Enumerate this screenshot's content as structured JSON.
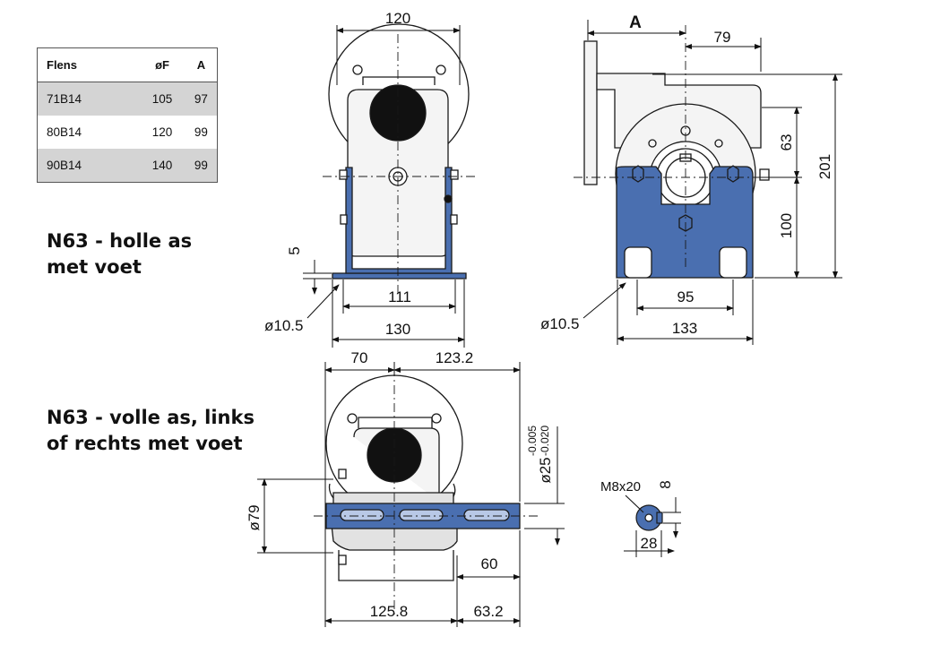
{
  "table": {
    "headers": [
      "Flens",
      "øF",
      "A"
    ],
    "rows": [
      [
        "71B14",
        "105",
        "97"
      ],
      [
        "80B14",
        "120",
        "99"
      ],
      [
        "90B14",
        "140",
        "99"
      ]
    ],
    "shade_color": "#d4d4d4"
  },
  "headings": {
    "hollow_line1": "N63 - holle as",
    "hollow_line2": "met voet",
    "solid_line1": "N63 - volle as, links",
    "solid_line2": "of rechts met voet"
  },
  "colors": {
    "housing_blue": "#4a6fb0",
    "outline": "#1a1a1a",
    "housing_grey": "#f4f4f4"
  },
  "views": {
    "front_hollow": {
      "dim_top": "120",
      "dim_foot_thickness": "5",
      "dim_holes": "111",
      "dim_base": "130",
      "hole_dia": "ø10.5"
    },
    "side_hollow": {
      "label_a": "A",
      "dim_79": "79",
      "dim_63": "63",
      "dim_201": "201",
      "dim_100": "100",
      "dim_holes": "95",
      "dim_base": "133",
      "hole_dia": "ø10.5"
    },
    "front_solid": {
      "dim_70": "70",
      "dim_123_2": "123.2",
      "dim_shaft_dia": "ø25",
      "tol_upper": "-0.005",
      "tol_lower": "-0.020",
      "dim_79": "ø79",
      "dim_60": "60",
      "dim_125_8": "125.8",
      "dim_63_2": "63.2"
    },
    "shaft_end": {
      "thread": "M8x20",
      "dim_8": "8",
      "dim_28": "28"
    }
  }
}
